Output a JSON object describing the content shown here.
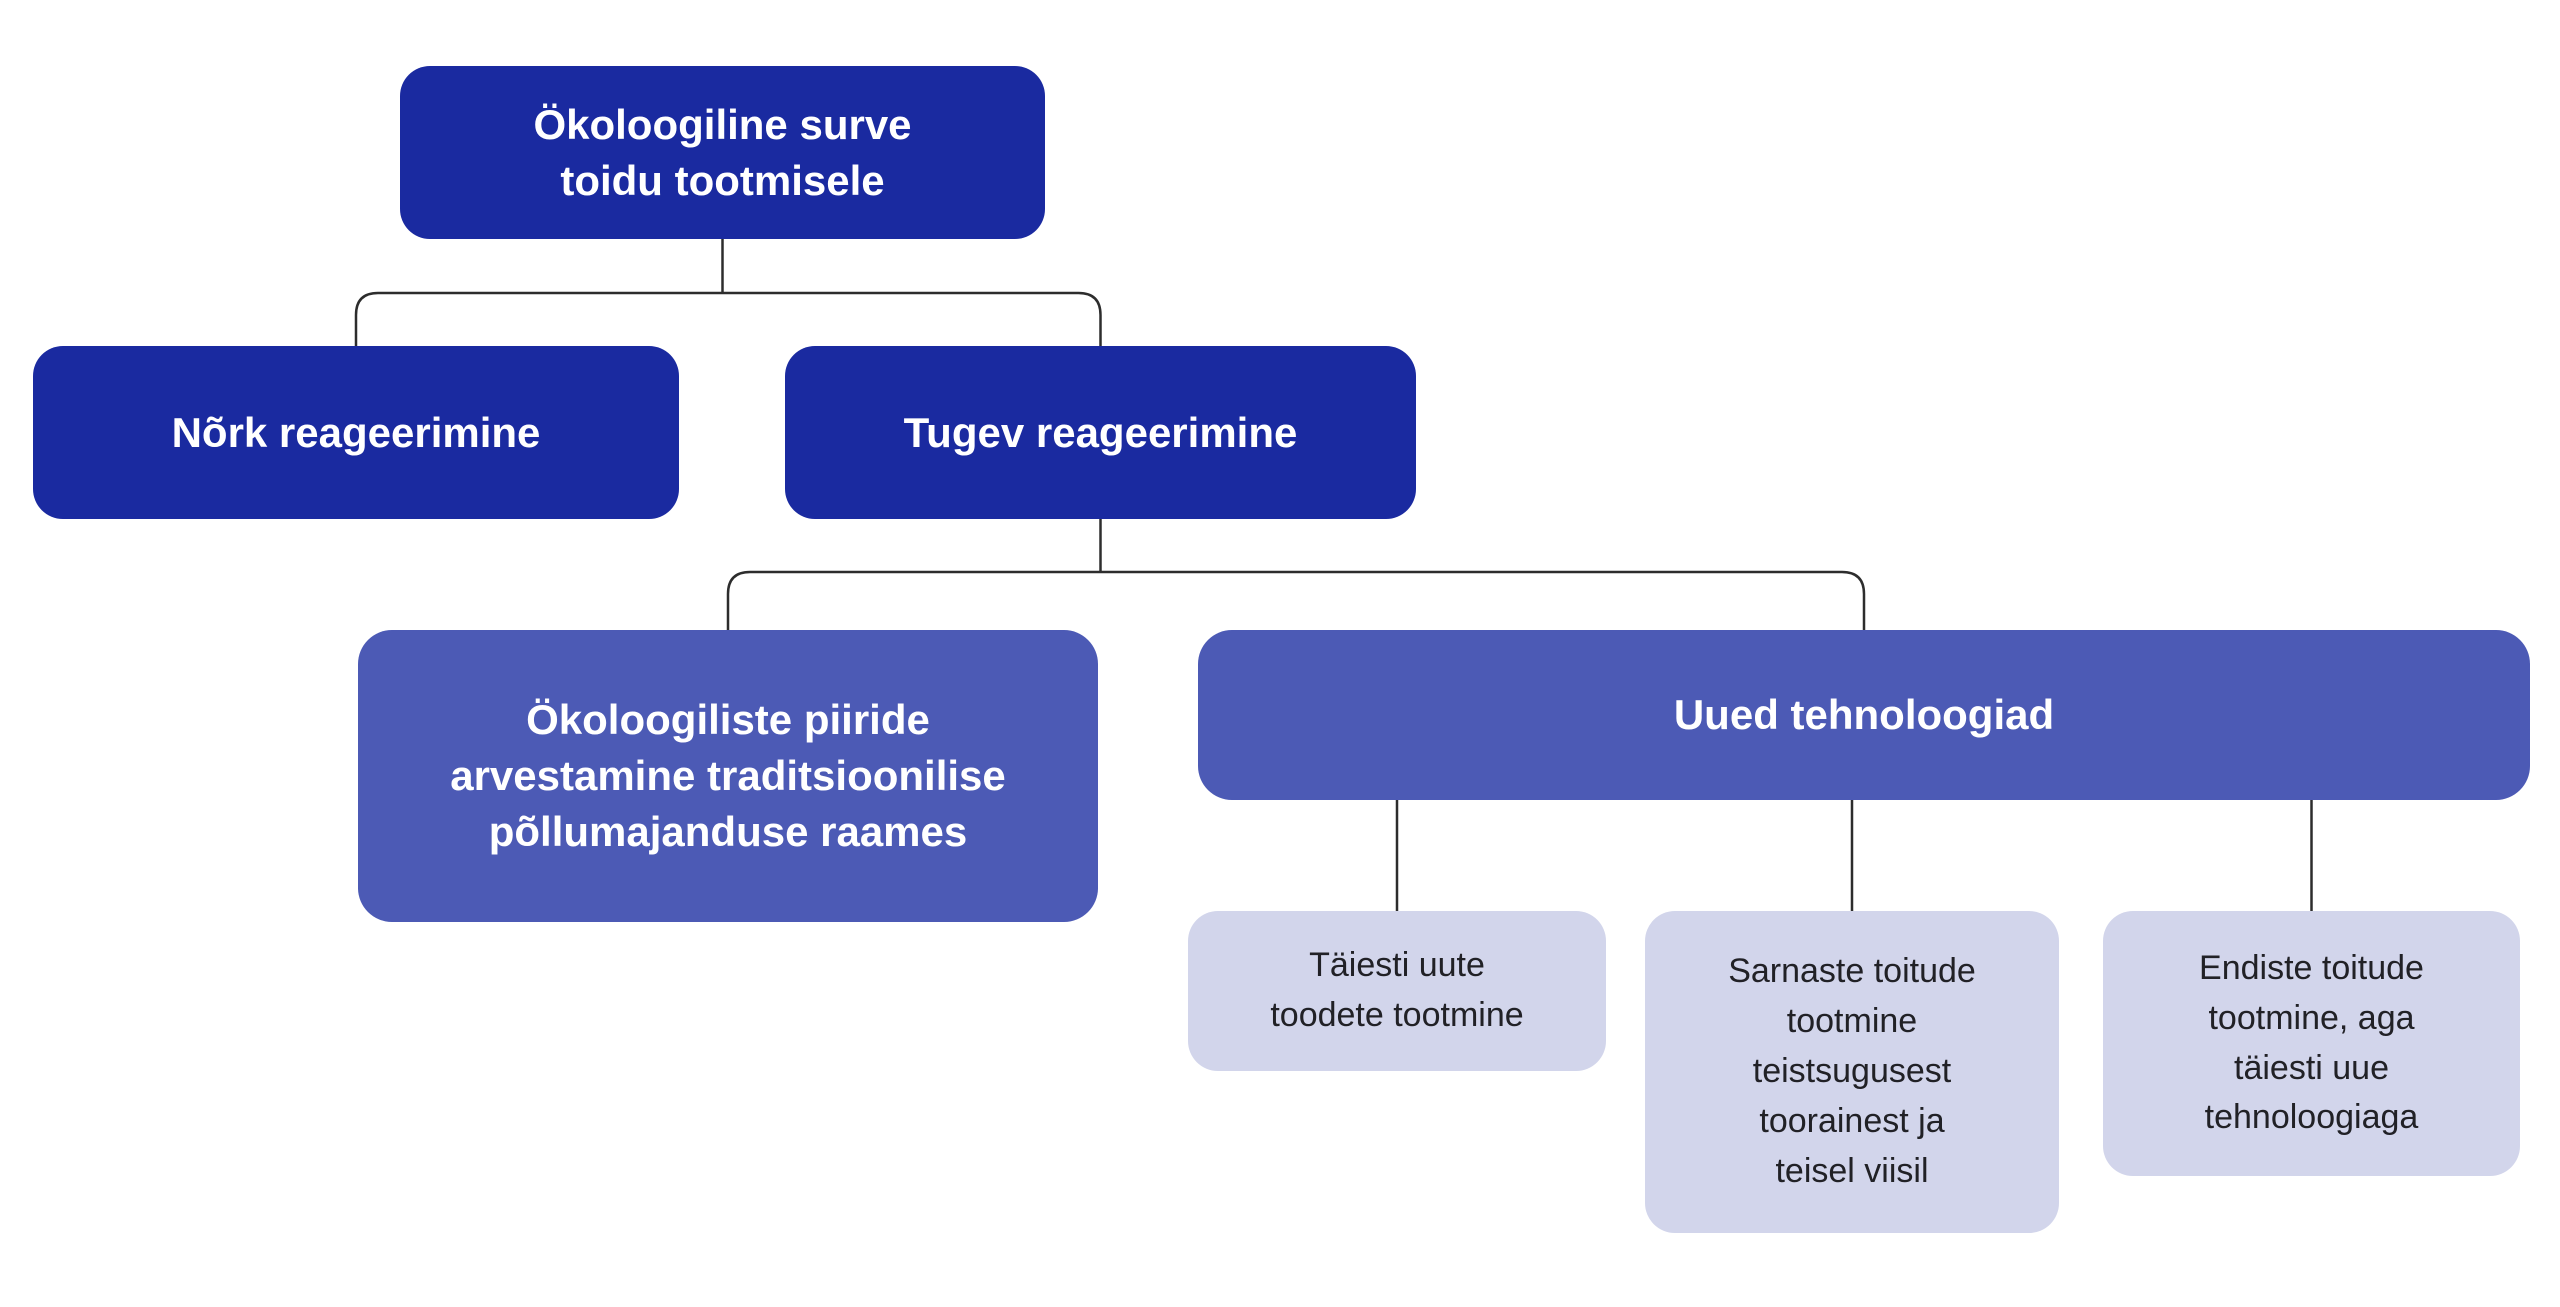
{
  "diagram": {
    "type": "flowchart",
    "language": "et",
    "background": "#FFFFFF",
    "nodes": {
      "root": {
        "label": "Ökoloogiline surve\ntoidu tootmisele",
        "level": 1
      },
      "weak": {
        "label": "Nõrk reageerimine",
        "level": 2
      },
      "strong": {
        "label": "Tugev reageerimine",
        "level": 2
      },
      "eco": {
        "label": "Ökoloogiliste piiride\narvestamine traditsioonilise\npõllumajanduse raames",
        "level": 3
      },
      "tech": {
        "label": "Uued tehnoloogiad",
        "level": 3
      },
      "tech1": {
        "label": "Täiesti uute\ntoodete tootmine",
        "level": 4
      },
      "tech2": {
        "label": "Sarnaste toitude\ntootmine\nteistsugusest\ntoorainest ja\nteisel viisil",
        "level": 4
      },
      "tech3": {
        "label": "Endiste toitude\ntootmine, aga\ntäiesti uue\ntehnoloogiaga",
        "level": 4
      }
    },
    "edges": [
      [
        "root",
        "weak"
      ],
      [
        "root",
        "strong"
      ],
      [
        "strong",
        "eco"
      ],
      [
        "strong",
        "tech"
      ],
      [
        "tech",
        "tech1"
      ],
      [
        "tech",
        "tech2"
      ],
      [
        "tech",
        "tech3"
      ]
    ],
    "colors": {
      "level1_fill": "#1A2AA0",
      "level2_fill": "#4C5AB5",
      "level3_fill": "#D2D5EB",
      "text_on_dark": "#FFFFFF",
      "text_on_light": "#212126",
      "connector": "#2D2D2D"
    }
  }
}
